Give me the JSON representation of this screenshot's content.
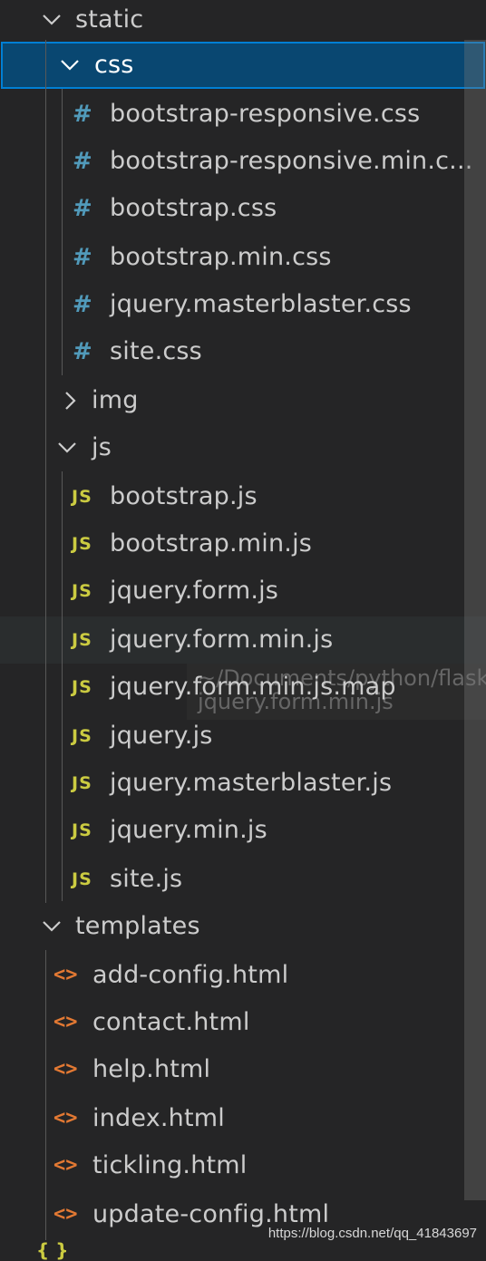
{
  "tree": [
    {
      "type": "folder",
      "label": "static",
      "expanded": true
    },
    {
      "type": "folder",
      "label": "css",
      "expanded": true,
      "selected": true
    },
    {
      "type": "css",
      "label": "bootstrap-responsive.css",
      "icon": "hash-icon"
    },
    {
      "type": "css",
      "label": "bootstrap-responsive.min.c...",
      "icon": "hash-icon"
    },
    {
      "type": "css",
      "label": "bootstrap.css",
      "icon": "hash-icon"
    },
    {
      "type": "css",
      "label": "bootstrap.min.css",
      "icon": "hash-icon"
    },
    {
      "type": "css",
      "label": "jquery.masterblaster.css",
      "icon": "hash-icon"
    },
    {
      "type": "css",
      "label": "site.css",
      "icon": "hash-icon"
    },
    {
      "type": "folder",
      "label": "img",
      "expanded": false
    },
    {
      "type": "folder",
      "label": "js",
      "expanded": true
    },
    {
      "type": "js",
      "label": "bootstrap.js",
      "icon": "js-icon"
    },
    {
      "type": "js",
      "label": "bootstrap.min.js",
      "icon": "js-icon"
    },
    {
      "type": "js",
      "label": "jquery.form.js",
      "icon": "js-icon"
    },
    {
      "type": "js",
      "label": "jquery.form.min.js",
      "icon": "js-icon",
      "hovered": true
    },
    {
      "type": "js",
      "label": "jquery.form.min.js.map",
      "icon": "js-icon"
    },
    {
      "type": "js",
      "label": "jquery.js",
      "icon": "js-icon"
    },
    {
      "type": "js",
      "label": "jquery.masterblaster.js",
      "icon": "js-icon"
    },
    {
      "type": "js",
      "label": "jquery.min.js",
      "icon": "js-icon"
    },
    {
      "type": "js",
      "label": "site.js",
      "icon": "js-icon"
    },
    {
      "type": "folder",
      "label": "templates",
      "expanded": true
    },
    {
      "type": "html",
      "label": "add-config.html",
      "icon": "html-icon"
    },
    {
      "type": "html",
      "label": "contact.html",
      "icon": "html-icon"
    },
    {
      "type": "html",
      "label": "help.html",
      "icon": "html-icon"
    },
    {
      "type": "html",
      "label": "index.html",
      "icon": "html-icon"
    },
    {
      "type": "html",
      "label": "tickling.html",
      "icon": "html-icon"
    },
    {
      "type": "html",
      "label": "update-config.html",
      "icon": "html-icon"
    }
  ],
  "icons": {
    "css": "#",
    "js": "JS",
    "html": "<>"
  },
  "tooltip": {
    "line1": "~/Documents/python/flask_app",
    "line2": "jquery.form.min.js"
  },
  "watermark": "https://blog.csdn.net/qq_41843697",
  "colors": {
    "background": "#252526",
    "selected_bg": "#094771",
    "selected_border": "#007fd4",
    "css_icon": "#519aba",
    "js_icon": "#cbcb41",
    "html_icon": "#e37933",
    "text": "#cccccc"
  }
}
